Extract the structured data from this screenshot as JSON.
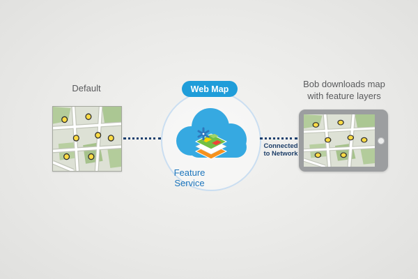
{
  "left": {
    "label": "Default"
  },
  "center": {
    "badge_label": "Web Map",
    "service_label": [
      "Feature",
      "Service"
    ]
  },
  "connection": {
    "label": [
      "Connected",
      "to Network"
    ]
  },
  "right": {
    "label": [
      "Bob downloads map",
      "with feature layers"
    ]
  },
  "colors": {
    "cloud_blue": "#36a9e1",
    "badge_blue": "#1f9dd9",
    "service_text_blue": "#1c75bc",
    "connector_navy": "#1c3f6e",
    "label_gray": "#595a5c",
    "circle_stroke": "#cadef1",
    "map_green": "#b3cc9b",
    "point_yellow": "#fbdb45",
    "layer_orange": "#f6921e",
    "layer_green": "#72bf44",
    "tablet_gray": "#9c9ea0"
  }
}
